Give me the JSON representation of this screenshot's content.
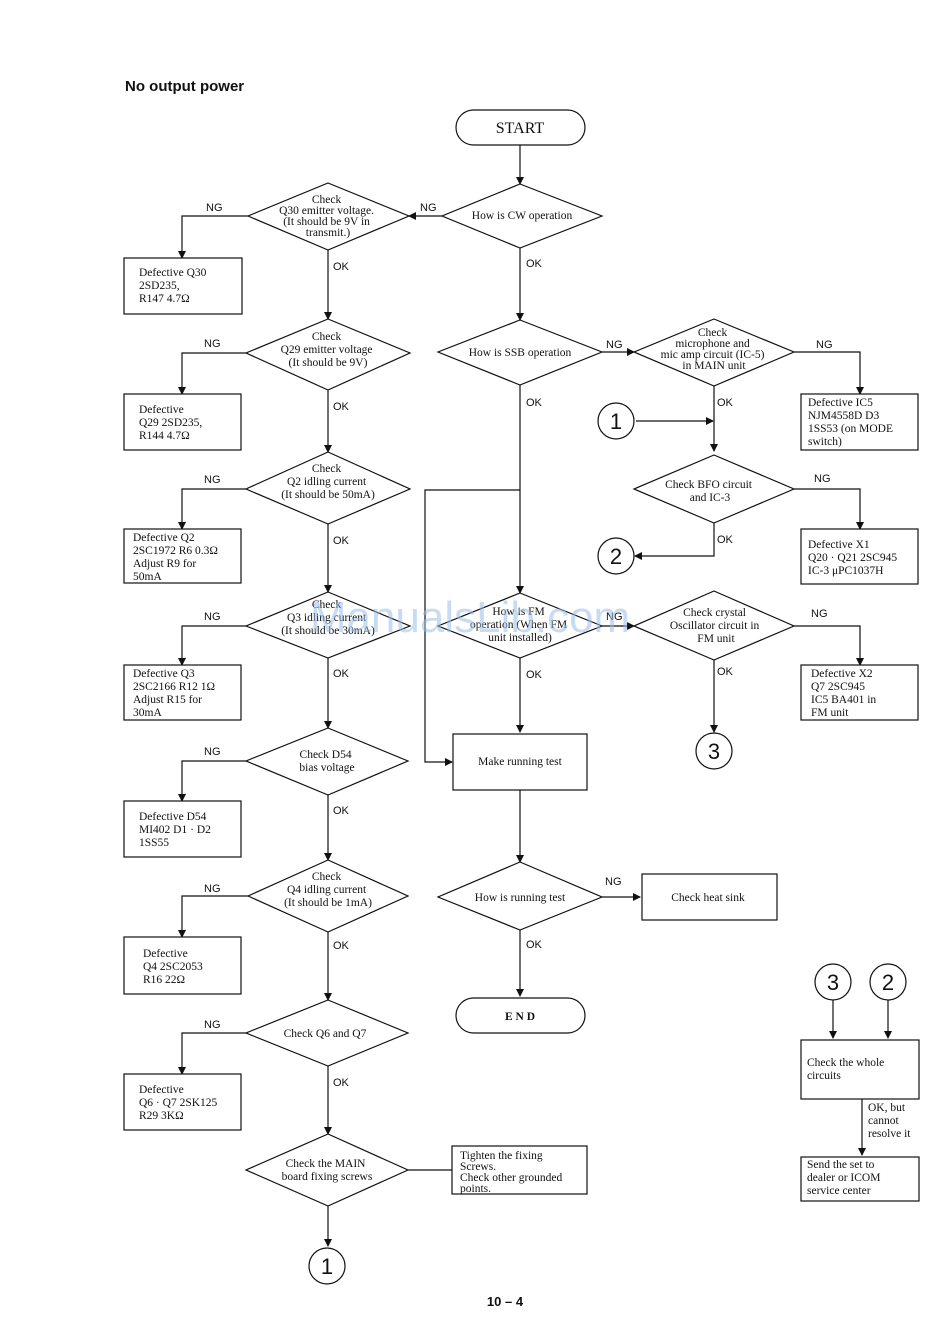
{
  "title": "No output power",
  "page_number": "10 – 4",
  "watermark": "ManualsLib.com",
  "labels": {
    "ng": "NG",
    "ok": "OK"
  },
  "terminals": {
    "start": "START",
    "end": "E N D"
  },
  "left_chain": [
    {
      "check": [
        "Check",
        "Q30 emitter voltage.",
        "(It should be 9V in",
        "transmit.)"
      ],
      "defect": [
        "Defective Q30",
        "2SD235,",
        "R147 4.7Ω"
      ]
    },
    {
      "check": [
        "Check",
        "Q29 emitter voltage",
        "(It should be 9V)"
      ],
      "defect": [
        "Defective",
        "Q29 2SD235,",
        "R144 4.7Ω"
      ]
    },
    {
      "check": [
        "Check",
        "Q2 idling current",
        "(It should be 50mA)"
      ],
      "defect": [
        "Defective Q2",
        "2SC1972 R6 0.3Ω",
        "Adjust R9 for",
        "50mA"
      ]
    },
    {
      "check": [
        "Check",
        "Q3 idling current",
        "(It should be 30mA)"
      ],
      "defect": [
        "Defective Q3",
        "2SC2166 R12 1Ω",
        "Adjust R15 for",
        "30mA"
      ]
    },
    {
      "check": [
        "Check D54",
        "bias voltage"
      ],
      "defect": [
        "Defective D54",
        "MI402 D1 · D2",
        "1SS55"
      ]
    },
    {
      "check": [
        "Check",
        "Q4 idling current",
        "(It should be 1mA)"
      ],
      "defect": [
        "Defective",
        "Q4 2SC2053",
        "R16 22Ω"
      ]
    },
    {
      "check": [
        "Check Q6 and Q7"
      ],
      "defect": [
        "Defective",
        "Q6 · Q7 2SK125",
        "R29 3KΩ"
      ]
    }
  ],
  "main_board_check": [
    "Check the MAIN",
    "board fixing screws"
  ],
  "tighten_box": [
    "Tighten the fixing",
    "Screws.",
    "Check other grounded",
    "points."
  ],
  "center": {
    "cw": [
      "How is CW operation"
    ],
    "ssb": [
      "How is SSB operation"
    ],
    "fm": [
      "How is FM",
      "operation (When FM",
      "unit installed)"
    ],
    "running_test": [
      "Make running test"
    ],
    "how_running": [
      "How is running test"
    ],
    "heat_sink": [
      "Check heat sink"
    ]
  },
  "right": {
    "mic_check": [
      "Check",
      "microphone and",
      "mic amp circuit (IC-5)",
      "in MAIN unit"
    ],
    "mic_defect": [
      "Defective IC5",
      "NJM4558D D3",
      "1SS53 (on MODE",
      "switch)"
    ],
    "bfo_check": [
      "Check BFO circuit",
      "and IC-3"
    ],
    "bfo_defect": [
      "Defective X1",
      "Q20 · Q21 2SC945",
      "IC-3 μPC1037H"
    ],
    "crystal_check": [
      "Check crystal",
      "Oscillator circuit in",
      "FM unit"
    ],
    "crystal_defect": [
      "Defective X2",
      "Q7 2SC945",
      "IC5 BA401 in",
      "FM unit"
    ]
  },
  "bottom_right": {
    "whole": [
      "Check the whole",
      "circuits"
    ],
    "ok_but": [
      "OK, but",
      "cannot",
      "resolve it"
    ],
    "send": [
      "Send the set to",
      "dealer or ICOM",
      "service center"
    ]
  },
  "connectors": {
    "one": "1",
    "two": "2",
    "three": "3"
  }
}
